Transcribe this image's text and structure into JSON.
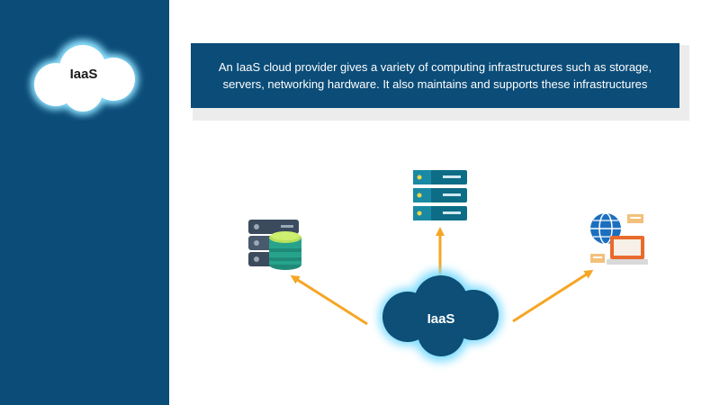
{
  "sidebar": {
    "title": "IaaS"
  },
  "banner": {
    "line1": "An IaaS cloud provider gives a variety of computing infrastructures such as storage,",
    "line2": "servers, networking hardware. It also maintains and supports these infrastructures"
  },
  "diagram": {
    "center_label": "IaaS",
    "nodes": [
      {
        "icon": "database-server-icon"
      },
      {
        "icon": "server-rack-icon"
      },
      {
        "icon": "networking-computer-icon"
      }
    ]
  },
  "colors": {
    "sidebar": "#0b4c78",
    "banner": "#0b4c78",
    "cloud_dark": "#0d4f77",
    "glow": "#7fdcff",
    "arrow": "#f5a623"
  }
}
